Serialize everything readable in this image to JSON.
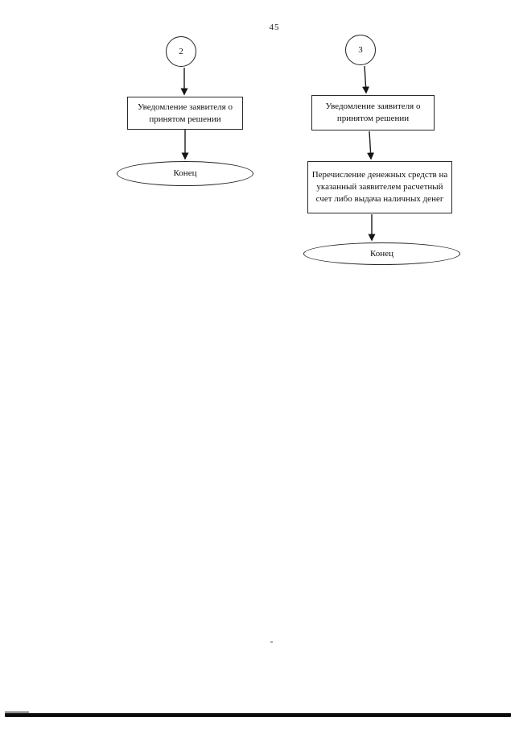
{
  "page": {
    "number": "45"
  },
  "flowchart": {
    "left_branch": {
      "connector_label": "2",
      "steps": [
        {
          "type": "process",
          "text": "Уведомление заявителя о принятом решении"
        }
      ],
      "terminator": "Конец"
    },
    "right_branch": {
      "connector_label": "3",
      "steps": [
        {
          "type": "process",
          "text": "Уведомление заявителя о принятом решении"
        },
        {
          "type": "process",
          "text": "Перечисление денежных средств на указанный заявителем расчетный счет либо выдача наличных денег"
        }
      ],
      "terminator": "Конец"
    }
  },
  "colors": {
    "ink": "#111111",
    "paper": "#ffffff"
  }
}
